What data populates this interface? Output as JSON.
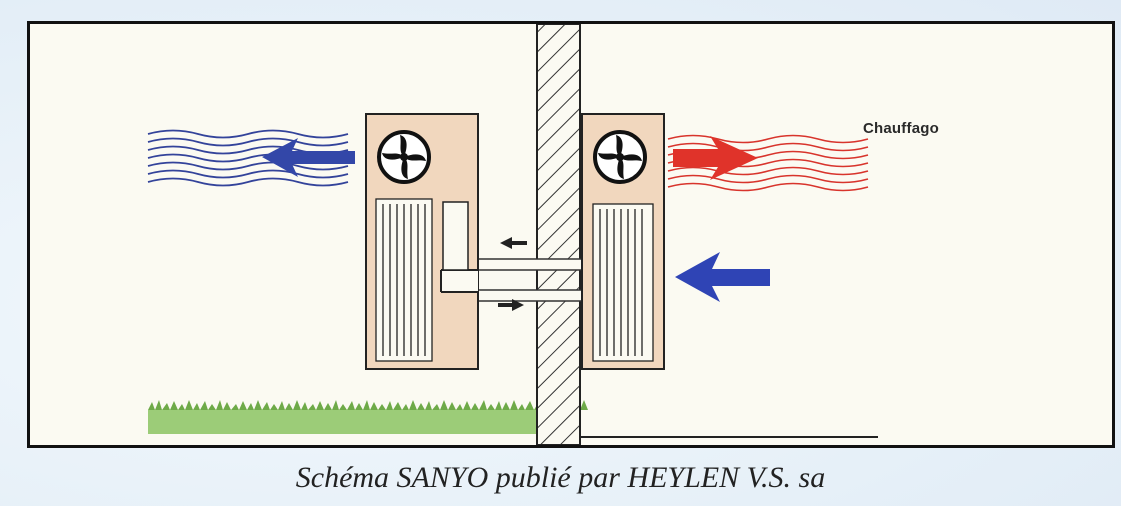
{
  "diagram": {
    "heating_label": "Chauffago",
    "caption": "Schéma SANYO publié par HEYLEN V.S. sa",
    "colors": {
      "outdoor_air": "#33439a",
      "heated_air": "#d8342c",
      "intake_arrow": "#2f44b5",
      "unit_body": "#f1d7be",
      "grass": "#7fb85a",
      "refrigerant_arrows": "#222222"
    },
    "icons": [
      "fan-icon",
      "fan-icon",
      "heat-exchanger-coil",
      "heat-exchanger-coil",
      "compressor",
      "wall",
      "grass"
    ]
  }
}
